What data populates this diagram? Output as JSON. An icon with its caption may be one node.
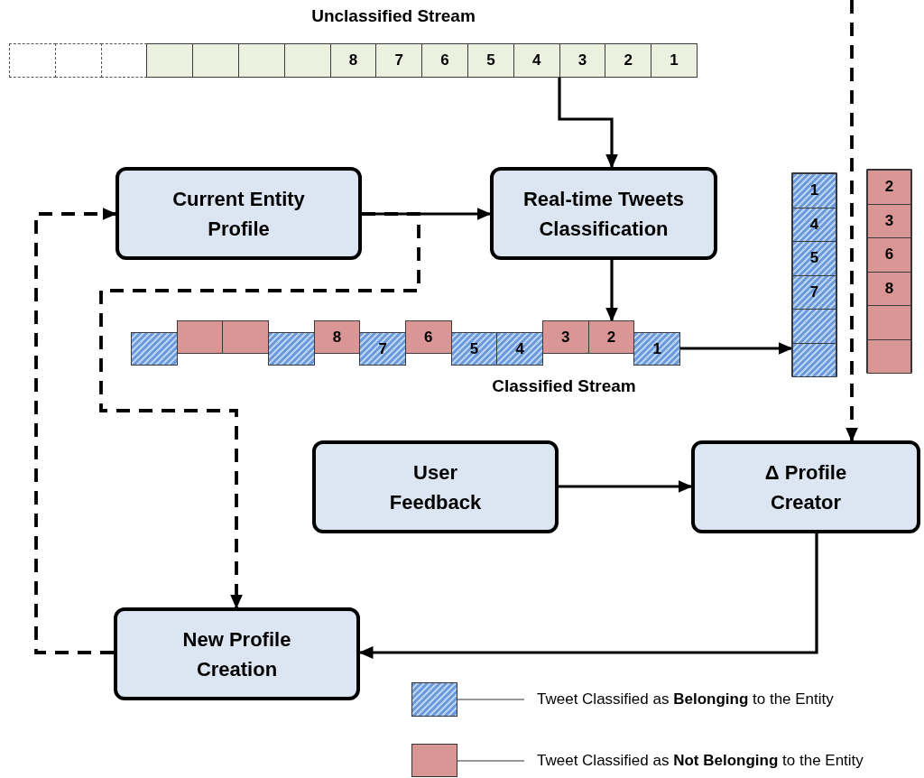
{
  "diagram": {
    "nodes": [
      {
        "text": [
          "Unclassified Stream"
        ]
      },
      {
        "text": [],
        "shape": "box",
        "in": 0
      },
      {
        "text": [],
        "shape": "box",
        "in": 0
      },
      {
        "text": [],
        "shape": "box",
        "in": 0
      },
      {
        "text": [],
        "shape": "box",
        "in": 0
      },
      {
        "text": [],
        "shape": "box",
        "in": 0
      },
      {
        "text": [],
        "shape": "box",
        "in": 0
      },
      {
        "text": [],
        "shape": "box",
        "in": 0
      },
      {
        "text": [
          "8"
        ],
        "in": 0
      },
      {
        "text": [
          "7"
        ],
        "in": 0
      },
      {
        "text": [
          "6"
        ],
        "in": 0
      },
      {
        "text": [
          "5"
        ],
        "in": 0
      },
      {
        "text": [
          "4"
        ],
        "in": 0
      },
      {
        "text": [
          "3"
        ],
        "in": 0
      },
      {
        "text": [
          "2"
        ],
        "in": 0
      },
      {
        "text": [
          "1"
        ],
        "in": 0
      },
      {
        "text": [
          "Current Entity Profile"
        ]
      },
      {
        "text": [
          "Real-time Tweets Classification"
        ]
      },
      {
        "text": [
          "Classified Stream"
        ]
      },
      {
        "text": [],
        "shape": "box",
        "in": 18
      },
      {
        "text": [],
        "shape": "box",
        "in": 18
      },
      {
        "text": [],
        "shape": "box",
        "in": 18
      },
      {
        "text": [],
        "shape": "box",
        "in": 18
      },
      {
        "text": [
          "8"
        ],
        "in": 18
      },
      {
        "text": [
          "7"
        ],
        "in": 18
      },
      {
        "text": [
          "6"
        ],
        "in": 18
      },
      {
        "text": [
          "5"
        ],
        "in": 18
      },
      {
        "text": [
          "4"
        ],
        "in": 18
      },
      {
        "text": [
          "3"
        ],
        "in": 18
      },
      {
        "text": [
          "2"
        ],
        "in": 18
      },
      {
        "text": [
          "1"
        ],
        "in": 18
      },
      {
        "text": [],
        "shape": "bar"
      },
      {
        "text": [
          "1"
        ],
        "in": 31
      },
      {
        "text": [
          "4"
        ],
        "in": 31
      },
      {
        "text": [
          "5"
        ],
        "in": 31
      },
      {
        "text": [
          "7"
        ],
        "in": 31
      },
      {
        "text": [],
        "shape": "box",
        "in": 31
      },
      {
        "text": [],
        "shape": "box",
        "in": 31
      },
      {
        "text": [],
        "shape": "bar"
      },
      {
        "text": [
          "2"
        ],
        "in": 38
      },
      {
        "text": [
          "3"
        ],
        "in": 38
      },
      {
        "text": [
          "6"
        ],
        "in": 38
      },
      {
        "text": [
          "8"
        ],
        "in": 38
      },
      {
        "text": [],
        "shape": "box",
        "in": 38
      },
      {
        "text": [],
        "shape": "box",
        "in": 38
      },
      {
        "text": [
          "User Feedback"
        ]
      },
      {
        "text": [
          "Δ Profile Creator"
        ]
      },
      {
        "text": [
          "New Profile Creation"
        ]
      }
    ],
    "edges": [
      {
        "from": 0,
        "to": 17,
        "arrow": "to"
      },
      {
        "from": 16,
        "to": 17,
        "arrow": "to"
      },
      {
        "from": 16,
        "to": 47,
        "arrow": "to",
        "style": "dashed"
      },
      {
        "from": 17,
        "to": 18,
        "arrow": "to"
      },
      {
        "from": 18,
        "to": 31,
        "arrow": "to"
      },
      {
        "from": null,
        "to": 46,
        "arrow": "to",
        "style": "dashed"
      },
      {
        "from": 45,
        "to": 46,
        "arrow": "to"
      },
      {
        "from": 46,
        "to": 47,
        "arrow": "to"
      },
      {
        "from": 47,
        "to": 16,
        "arrow": "to",
        "style": "dashed"
      }
    ],
    "legend": [
      {
        "text": "Tweet Classified as **Belonging** to the Entity",
        "color": "#6b9bdc"
      },
      {
        "text": "Tweet Classified as **Not Belonging** to the Entity",
        "color": "#da9694"
      }
    ]
  }
}
